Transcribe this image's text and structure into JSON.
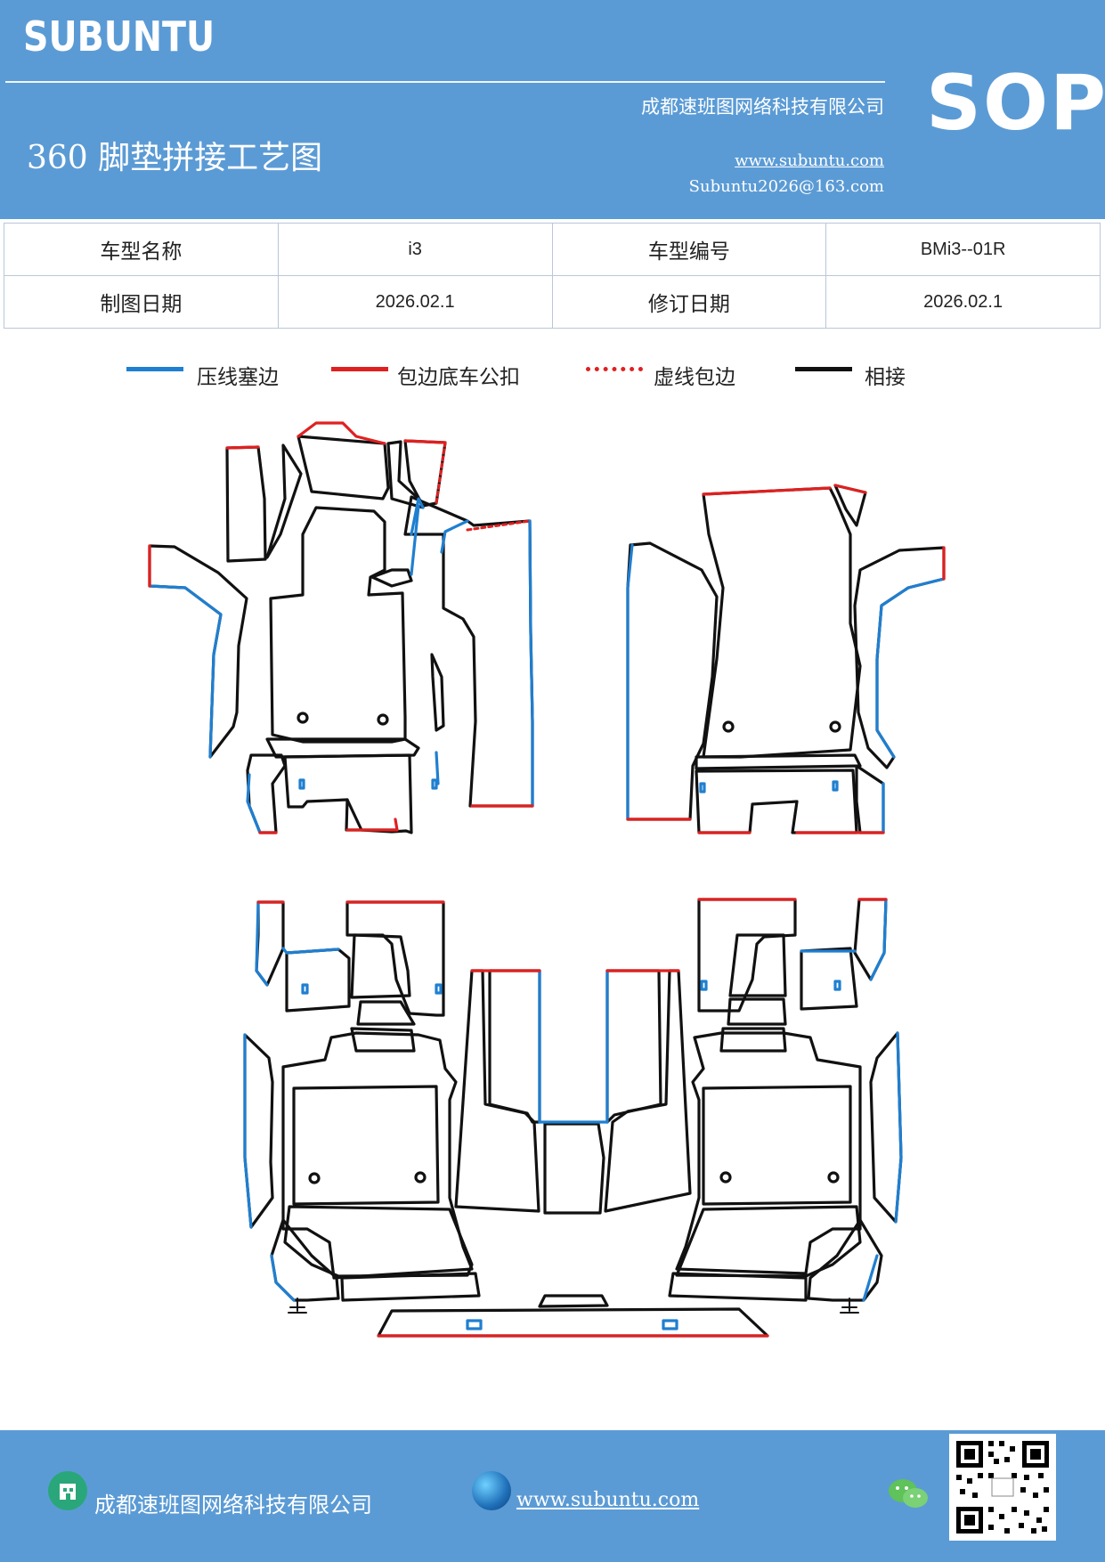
{
  "header": {
    "brand": "SUBUNTU",
    "company": "成都速班图网络科技有限公司",
    "title": "360 脚垫拼接工艺图",
    "website": "www.subuntu.com",
    "email": "Subuntu2026@163.com",
    "badge": "SOP"
  },
  "info_table": {
    "rows": [
      {
        "label1": "车型名称",
        "value1": "i3",
        "label2": "车型编号",
        "value2": "BMi3--01R"
      },
      {
        "label1": "制图日期",
        "value1": "2026.02.1",
        "label2": "修订日期",
        "value2": "2026.02.1"
      }
    ]
  },
  "legend": [
    {
      "label": "压线塞边",
      "color": "#1f7fd0",
      "style": "solid"
    },
    {
      "label": "包边底车公扣",
      "color": "#e02020",
      "style": "solid"
    },
    {
      "label": "虚线包边",
      "color": "#e02020",
      "style": "dotted"
    },
    {
      "label": "相接",
      "color": "#111111",
      "style": "solid"
    }
  ],
  "colors": {
    "header_bg": "#5b9bd5",
    "blue_line": "#1f7fd0",
    "red_line": "#e02020",
    "black_line": "#111111"
  },
  "footer": {
    "company": "成都速班图网络科技有限公司",
    "website": "www.subuntu.com "
  },
  "icons": {
    "home": "building-icon",
    "globe": "globe-icon",
    "wechat": "wechat-icon",
    "qr": "qr-code"
  }
}
